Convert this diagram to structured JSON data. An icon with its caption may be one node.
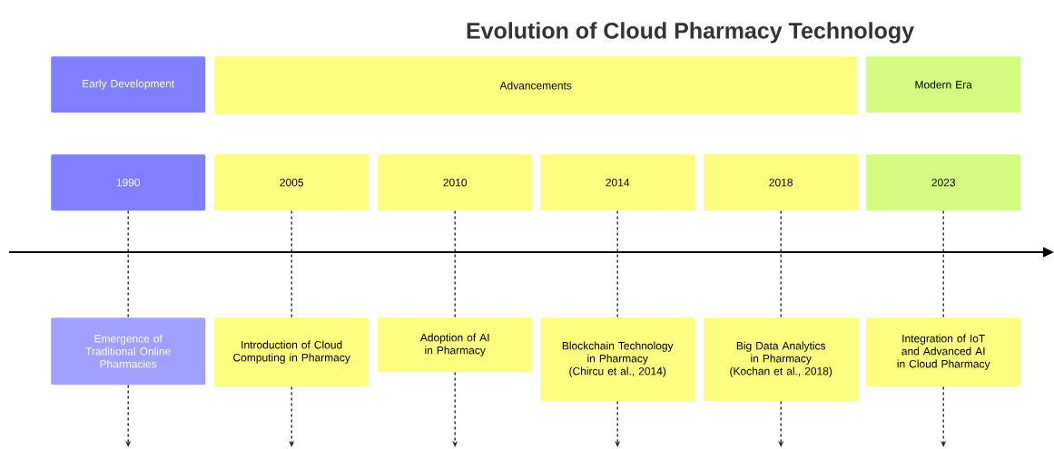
{
  "diagram": {
    "title": "Evolution of Cloud Pharmacy Technology",
    "nodes": [
      {
        "text": [
          "Early Development"
        ]
      },
      {
        "text": [
          "Advancements"
        ]
      },
      {
        "text": [
          "Modern Era"
        ]
      },
      {
        "text": [
          "1990"
        ]
      },
      {
        "text": [
          "2005"
        ]
      },
      {
        "text": [
          "2010"
        ]
      },
      {
        "text": [
          "2014"
        ]
      },
      {
        "text": [
          "2018"
        ]
      },
      {
        "text": [
          "2023"
        ]
      },
      {
        "text": [
          "Emergence of Traditional Online Pharmacies"
        ]
      },
      {
        "text": [
          "Introduction of Cloud Computing in Pharmacy"
        ]
      },
      {
        "text": [
          "Adoption of AI in Pharmacy"
        ]
      },
      {
        "text": [
          "Blockchain Technology in Pharmacy (Chircu et al., 2014)"
        ]
      },
      {
        "text": [
          "Big Data Analytics in Pharmacy (Kochan et al., 2018)"
        ]
      },
      {
        "text": [
          "Integration of IoT and Advanced AI in Cloud Pharmacy"
        ]
      }
    ],
    "edges": [
      {
        "from": 3,
        "to": 9,
        "arrow": "none",
        "style": "dashed"
      },
      {
        "from": 4,
        "to": 10,
        "arrow": "none",
        "style": "dashed"
      },
      {
        "from": 5,
        "to": 11,
        "arrow": "none",
        "style": "dashed"
      },
      {
        "from": 6,
        "to": 12,
        "arrow": "none",
        "style": "dashed"
      },
      {
        "from": 7,
        "to": 13,
        "arrow": "none",
        "style": "dashed"
      },
      {
        "from": 8,
        "to": 14,
        "arrow": "none",
        "style": "dashed"
      },
      {
        "from": 9,
        "to": null,
        "arrow": "to",
        "style": "dashed"
      },
      {
        "from": 10,
        "to": null,
        "arrow": "to",
        "style": "dashed"
      },
      {
        "from": 11,
        "to": null,
        "arrow": "to",
        "style": "dashed"
      },
      {
        "from": 12,
        "to": null,
        "arrow": "to",
        "style": "dashed"
      },
      {
        "from": 13,
        "to": null,
        "arrow": "to",
        "style": "dashed"
      },
      {
        "from": 14,
        "to": null,
        "arrow": "to",
        "style": "dashed"
      }
    ]
  }
}
